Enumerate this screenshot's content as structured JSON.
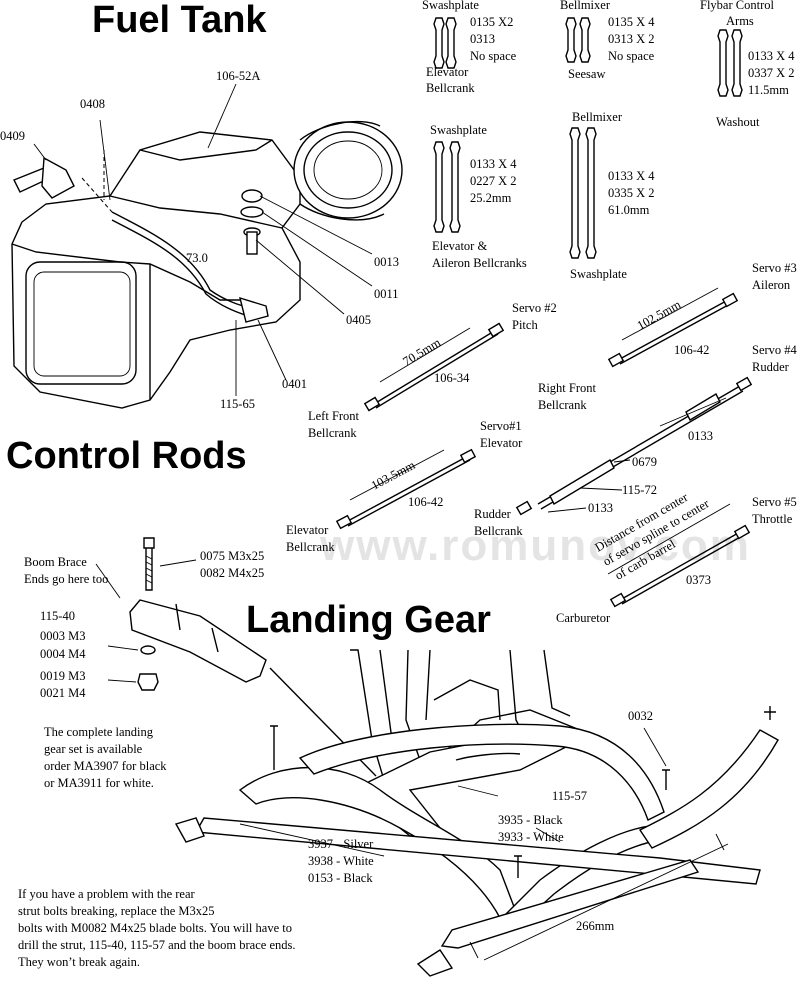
{
  "sections": {
    "fuel_tank": "Fuel Tank",
    "control_rods": "Control Rods",
    "landing_gear": "Landing Gear"
  },
  "watermark": "www.romunov.com",
  "fuel_tank": {
    "tank_label": "106-52A",
    "fitting_label": "0409",
    "pickup_label": "0408",
    "nut_label": "0013",
    "washer_label": "0011",
    "nipple_label": "0405",
    "clunk_label": "0401",
    "tube_label": "115-65",
    "tube_length": "73.0"
  },
  "links": {
    "swashplate_elev": {
      "title": "Swashplate",
      "parts": [
        "0135 X2",
        "0313",
        "No space"
      ],
      "caption": [
        "Elevator",
        "Bellcrank"
      ]
    },
    "bellmixer_seesaw": {
      "title": "Bellmixer",
      "parts": [
        "0135 X 4",
        "0313 X 2",
        "No space"
      ],
      "caption": [
        "Seesaw"
      ]
    },
    "flybar": {
      "title": [
        "Flybar Control",
        "Arms"
      ],
      "parts": [
        "0133 X 4",
        "0337 X 2",
        "11.5mm"
      ],
      "caption": [
        "Washout"
      ]
    },
    "swashplate_ail": {
      "title": "Swashplate",
      "parts": [
        "0133 X 4",
        "0227 X 2",
        "25.2mm"
      ],
      "caption": [
        "Elevator &",
        "Aileron Bellcranks"
      ]
    },
    "bellmixer_swash": {
      "title": "Bellmixer",
      "parts": [
        "0133 X 4",
        "0335 X 2",
        "61.0mm"
      ],
      "caption": [
        "Swashplate"
      ]
    }
  },
  "rods": {
    "pitch": {
      "servo": [
        "Servo #2",
        "Pitch"
      ],
      "length": "70.5mm",
      "part": "106-34",
      "end": [
        "Left Front",
        "Bellcrank"
      ]
    },
    "aileron": {
      "servo": [
        "Servo #3",
        "Aileron"
      ],
      "length": "102.5mm",
      "part": "106-42",
      "end": [
        "Right Front",
        "Bellcrank"
      ]
    },
    "elevator": {
      "servo": [
        "Servo#1",
        "Elevator"
      ],
      "length": "103.5mm",
      "part": "106-42",
      "end": [
        "Elevator",
        "Bellcrank"
      ]
    },
    "rudder": {
      "servo": [
        "Servo #4",
        "Rudder"
      ],
      "ball_link": "0133",
      "outer_tube": "0679",
      "inner_rod": "115-72",
      "end_link": "0133",
      "end": [
        "Rudder",
        "Bellcrank"
      ]
    },
    "throttle": {
      "servo": [
        "Servo #5",
        "Throttle"
      ],
      "note": [
        "Distance from center",
        "of servo spline to center",
        "of carb barrel"
      ],
      "part": "0373",
      "end": "Carburetor"
    }
  },
  "landing_gear": {
    "boom_brace": [
      "Boom Brace",
      "Ends go here too"
    ],
    "bolts": [
      "0075 M3x25",
      "0082 M4x25"
    ],
    "bracket": "115-40",
    "washers": [
      "0003 M3",
      "0004 M4"
    ],
    "nuts": [
      "0019 M3",
      "0021 M4"
    ],
    "info": [
      "The complete landing",
      "gear set is available",
      "order MA3907 for black",
      "or MA3911 for white."
    ],
    "screw": "0032",
    "plate": "115-57",
    "struts": [
      "3935 - Black",
      "3933 - White"
    ],
    "skids": [
      "3937 - Silver",
      "3938 - White",
      "0153 - Black"
    ],
    "width": "266mm",
    "tip": [
      "If you have a problem with the rear",
      "strut bolts breaking, replace the M3x25",
      "bolts with M0082 M4x25 blade bolts. You will have to",
      "drill the strut, 115-40, 115-57 and the boom brace ends.",
      "They won’t break again."
    ]
  }
}
